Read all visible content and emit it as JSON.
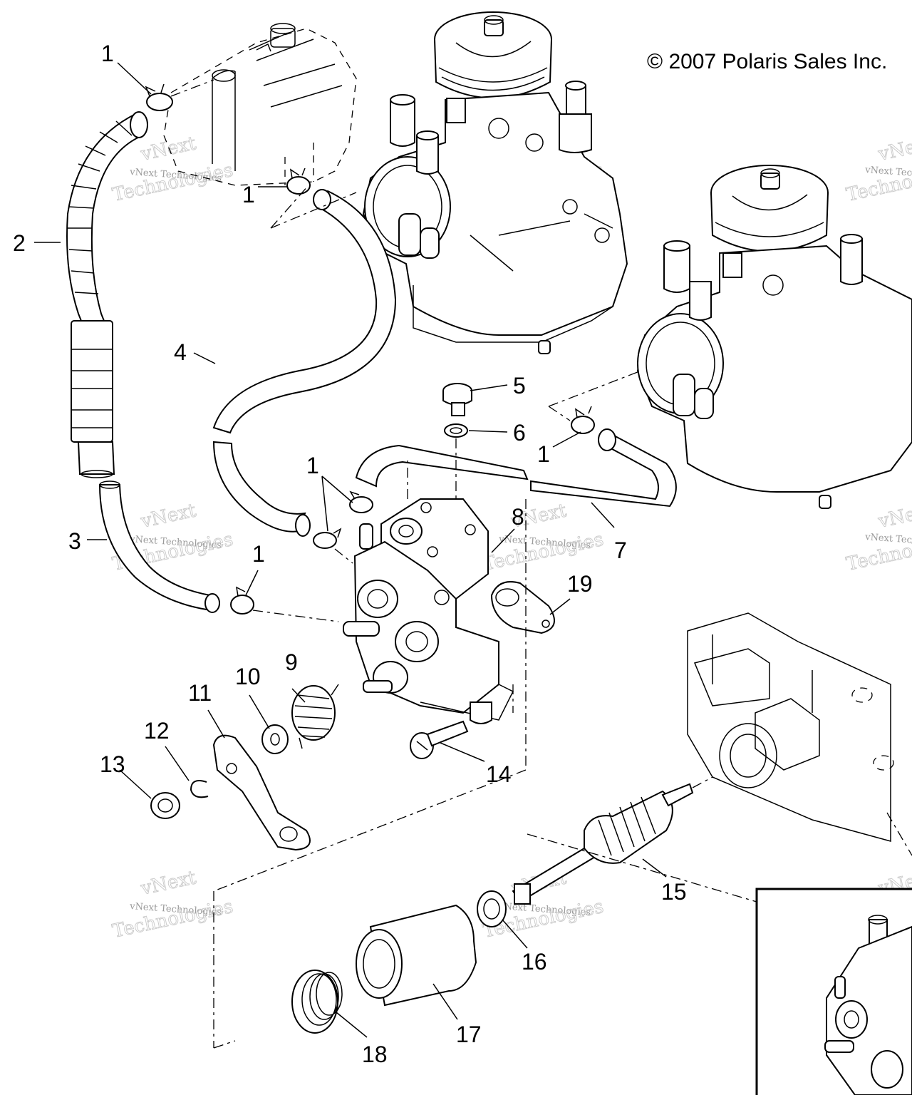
{
  "copyright": "© 2007 Polaris Sales Inc.",
  "watermark": {
    "line1": "vNext",
    "line2": "vNext Technologies",
    "line3": "Technologies"
  },
  "callouts": [
    {
      "id": "c1a",
      "label": "1"
    },
    {
      "id": "c1b",
      "label": "1"
    },
    {
      "id": "c1c",
      "label": "1"
    },
    {
      "id": "c1d",
      "label": "1"
    },
    {
      "id": "c1e",
      "label": "1"
    },
    {
      "id": "c2",
      "label": "2"
    },
    {
      "id": "c3",
      "label": "3"
    },
    {
      "id": "c4",
      "label": "4"
    },
    {
      "id": "c5",
      "label": "5"
    },
    {
      "id": "c6",
      "label": "6"
    },
    {
      "id": "c7",
      "label": "7"
    },
    {
      "id": "c8",
      "label": "8"
    },
    {
      "id": "c9",
      "label": "9"
    },
    {
      "id": "c10",
      "label": "10"
    },
    {
      "id": "c11",
      "label": "11"
    },
    {
      "id": "c12",
      "label": "12"
    },
    {
      "id": "c13",
      "label": "13"
    },
    {
      "id": "c14",
      "label": "14"
    },
    {
      "id": "c15",
      "label": "15"
    },
    {
      "id": "c16",
      "label": "16"
    },
    {
      "id": "c17",
      "label": "17"
    },
    {
      "id": "c18",
      "label": "18"
    },
    {
      "id": "c19",
      "label": "19"
    }
  ]
}
